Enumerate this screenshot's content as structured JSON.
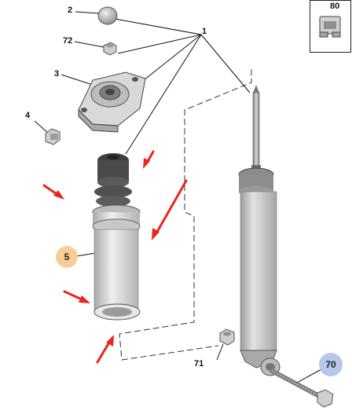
{
  "diagram": {
    "part_labels": {
      "p1": "1",
      "p2": "2",
      "p3": "3",
      "p4": "4",
      "p5": "5",
      "p70": "70",
      "p71": "71",
      "p72": "72",
      "p80": "80"
    },
    "colors": {
      "arrow": "#e8261e",
      "badge_orange": "#f7cf94",
      "badge_blue": "#b5c8ea",
      "part_fill": "#c9c9c9",
      "part_dark": "#8f8f8f",
      "dust_boot": "#d6d6d6",
      "bump_stop": "#555555",
      "outline": "#333333"
    },
    "icons": [
      "shock-absorber-icon",
      "dust-boot-icon",
      "bump-stop-icon",
      "top-mount-icon",
      "bolt-icon",
      "nut-icon",
      "cap-icon",
      "clip-icon"
    ]
  }
}
